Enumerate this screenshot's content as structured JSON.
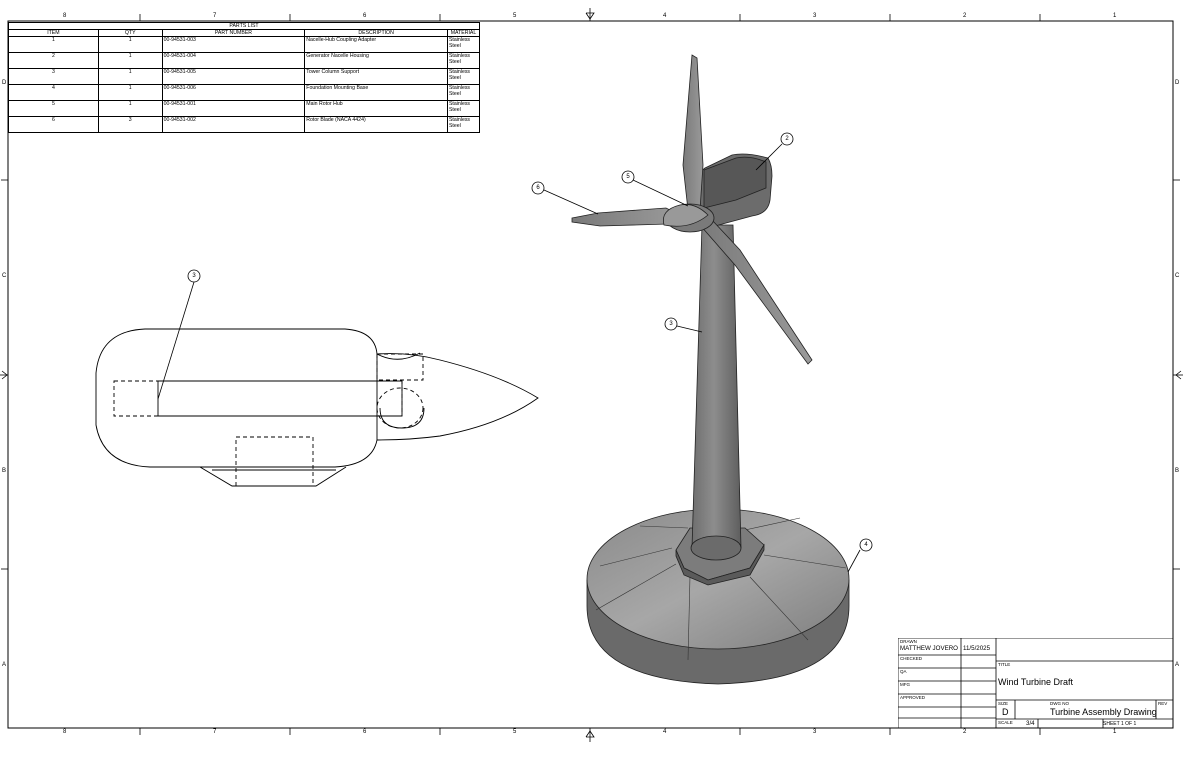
{
  "zones": {
    "columns": [
      "8",
      "7",
      "6",
      "5",
      "4",
      "3",
      "2",
      "1"
    ],
    "rows": [
      "D",
      "C",
      "B",
      "A"
    ]
  },
  "parts_list": {
    "caption": "PARTS LIST",
    "headers": [
      "ITEM",
      "QTY",
      "PART NUMBER",
      "DESCRIPTION",
      "MATERIAL"
    ],
    "rows": [
      {
        "item": "1",
        "qty": "1",
        "part_number": "00-94531-003",
        "description": "Nacelle-Hub Coupling Adapter",
        "material_1": "Stainless",
        "material_2": "Steel"
      },
      {
        "item": "2",
        "qty": "1",
        "part_number": "00-94531-004",
        "description": "Generator Nacelle Housing",
        "material_1": "Stainless",
        "material_2": "Steel"
      },
      {
        "item": "3",
        "qty": "1",
        "part_number": "00-94531-005",
        "description": "Tower Column Support",
        "material_1": "Stainless",
        "material_2": "Steel"
      },
      {
        "item": "4",
        "qty": "1",
        "part_number": "00-94531-006",
        "description": "Foundation Mounting Base",
        "material_1": "Stainless",
        "material_2": "Steel"
      },
      {
        "item": "5",
        "qty": "1",
        "part_number": "00-94531-001",
        "description": "Main Rotor Hub",
        "material_1": "Stainless",
        "material_2": "Steel"
      },
      {
        "item": "6",
        "qty": "3",
        "part_number": "00-94531-002",
        "description": "Rotor Blade (NACA 4424)",
        "material_1": "Stainless",
        "material_2": "Steel"
      }
    ]
  },
  "balloons": {
    "side_view": "3",
    "iso_blade": "6",
    "iso_hub": "5",
    "iso_nacelle": "2",
    "iso_tower": "3",
    "iso_base": "4"
  },
  "title_block": {
    "drawn_label": "DRAWN",
    "drawn_by": "MATTHEW JOVERO",
    "drawn_date": "11/5/2025",
    "checked_label": "CHECKED",
    "qa_label": "QA",
    "mfg_label": "MFG",
    "approved_label": "APPROVED",
    "title_label": "TITLE",
    "title": "Wind Turbine Draft",
    "size_label": "SIZE",
    "size": "D",
    "dwg_no_label": "DWG NO",
    "dwg_no": "Turbine Assembly Drawing",
    "rev_label": "REV",
    "scale_label": "SCALE",
    "scale": "3/4",
    "sheet": "SHEET 1  OF 1"
  }
}
